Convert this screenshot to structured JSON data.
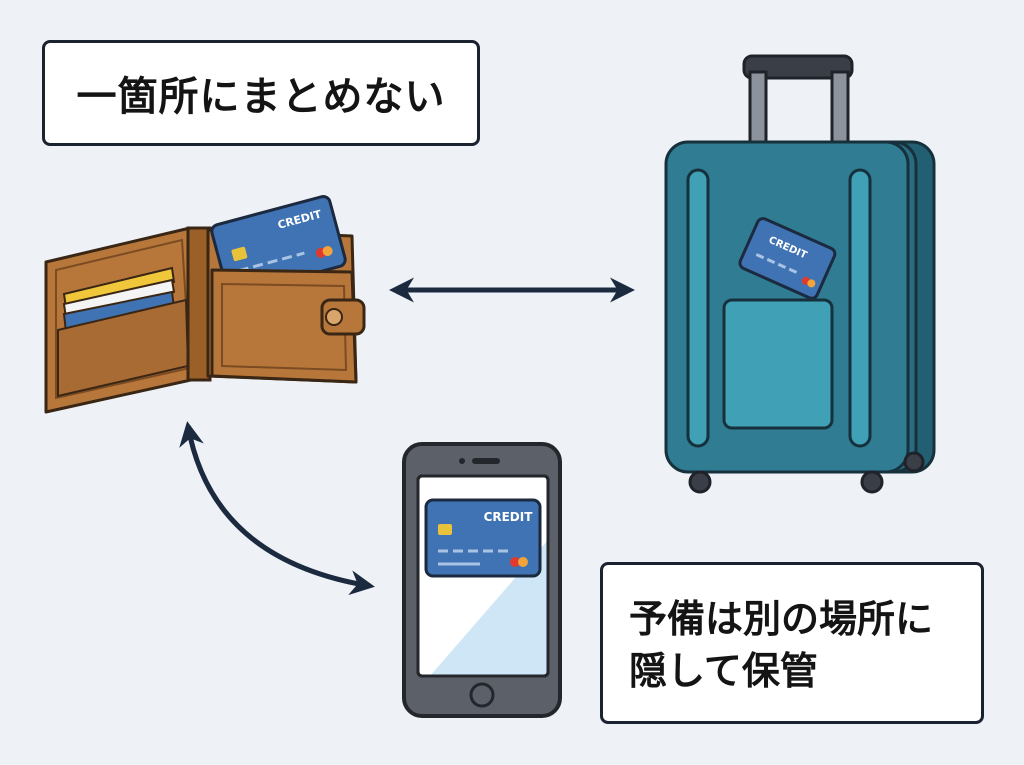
{
  "labels": {
    "top": "一箇所にまとめない",
    "bottom_line1": "予備は別の場所に",
    "bottom_line2": "隠して保管"
  },
  "cards": {
    "wallet_card": "CREDIT",
    "suitcase_card": "CREDIT",
    "phone_card": "CREDIT"
  },
  "colors": {
    "background": "#eef1f6",
    "wallet": "#b7773b",
    "suitcase": "#2f7c93",
    "card": "#3f73b3",
    "arrow": "#1c2a40"
  }
}
